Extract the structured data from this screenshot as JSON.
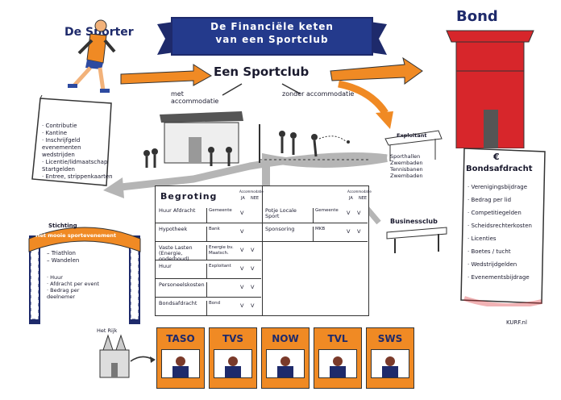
{
  "banner": {
    "line1": "De Financiële keten",
    "line2": "van een Sportclub"
  },
  "sporter": {
    "title": "De Sporter",
    "items": [
      "Contributie",
      "Kantine",
      "Inschrijfgeld evenementen wedstrijden",
      "Licentie/lidmaatschap Startgelden",
      "Entree, strippenkaarten"
    ]
  },
  "club": {
    "title": "Een Sportclub",
    "with": "met accommodatie",
    "without": "zonder accommodatie"
  },
  "bond": {
    "title": "Bond",
    "afdracht_title": "Bondsafdracht",
    "items": [
      "Verenigingsbijdrage",
      "Bedrag per lid",
      "Competitiegelden",
      "Scheidsrechterkosten",
      "Licenties",
      "Boetes / tucht",
      "Wedstrijdgelden",
      "Evenementsbijdrage"
    ]
  },
  "exploitant": {
    "title": "Exploitant",
    "items": [
      "Sporthallen",
      "Zwembaden",
      "Tennisbanen",
      "Zwembaden"
    ]
  },
  "budget": {
    "title": "Begroting",
    "col_header": "Accommodatie",
    "ja": "JA",
    "nee": "NEE",
    "left_rows": [
      {
        "label": "Huur Afdracht",
        "party": "Gemeente",
        "ja": "V",
        "nee": ""
      },
      {
        "label": "Hypotheek",
        "party": "Bank",
        "ja": "V",
        "nee": ""
      },
      {
        "label": "Vaste Lasten (Energie, onderhoud)",
        "party": "Energie bv. Maatsch.",
        "ja": "V",
        "nee": "V"
      },
      {
        "label": "Huur",
        "party": "Exploitant",
        "ja": "V",
        "nee": "V"
      },
      {
        "label": "Personeelskosten",
        "party": "",
        "ja": "V",
        "nee": "V"
      },
      {
        "label": "Bondsafdracht",
        "party": "Bond",
        "ja": "V",
        "nee": "V"
      }
    ],
    "right_rows": [
      {
        "label": "Potje Locale Sport",
        "party": "Gemeente",
        "ja": "V",
        "nee": "V"
      },
      {
        "label": "Sponsoring",
        "party": "MKB",
        "ja": "V",
        "nee": "V"
      }
    ]
  },
  "stichting": {
    "title": "Stichting",
    "subtitle": "Het mooie sportevenement",
    "items": [
      "Triathlon",
      "Wandelen"
    ],
    "bullets": [
      "Huur",
      "Afdracht per event",
      "Bedrag per deelnemer"
    ]
  },
  "businessclub": {
    "label": "Businessclub"
  },
  "rijk": {
    "label": "Het Rijk"
  },
  "booths": [
    "TASO",
    "TVS",
    "NOW",
    "TVL",
    "SWS"
  ],
  "credit": "KURF.nl",
  "colors": {
    "navy": "#1e2a6b",
    "orange": "#f08a24",
    "red": "#d7262b",
    "grey": "#b5b5b5"
  }
}
